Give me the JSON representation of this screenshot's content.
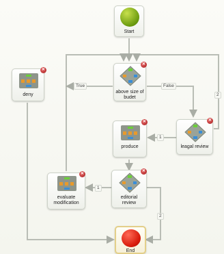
{
  "nodes": {
    "start": {
      "label": "Start"
    },
    "end": {
      "label": "End"
    },
    "deny": {
      "label": "deny"
    },
    "above_size": {
      "label_line1": "above size of",
      "label_line2": "budet"
    },
    "produce": {
      "label": "produce"
    },
    "leagal_review": {
      "label": "leagal review"
    },
    "evaluate": {
      "label_line1": "evaluate",
      "label_line2": "modification"
    },
    "editorial": {
      "label_line1": "editorial",
      "label_line2": "review"
    }
  },
  "edges": {
    "true_label": "True",
    "false_label": "False",
    "leagal_to_produce": "1",
    "editorial_to_evaluate": "1",
    "editorial_to_end": "2",
    "leagal_loop": "2"
  },
  "colors": {
    "start": "#7fb21a",
    "end": "#e02a14",
    "wire": "#b9bdb5",
    "badge": "#c22a2a"
  },
  "icons": {
    "task": "task-icon",
    "decision": "decision-icon",
    "delete": "delete-icon"
  }
}
